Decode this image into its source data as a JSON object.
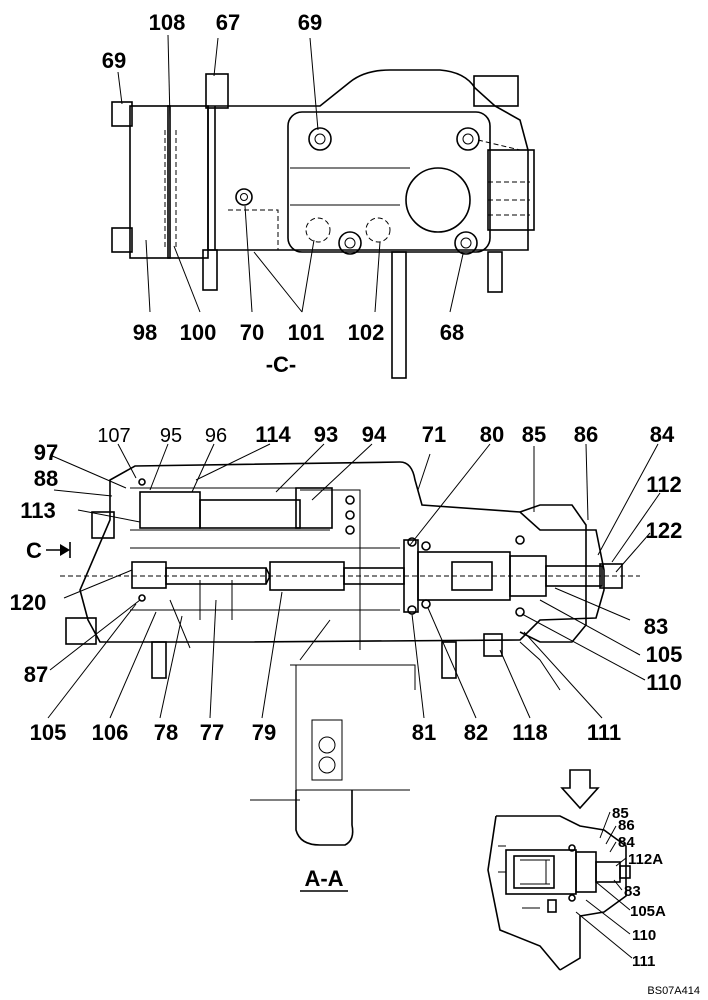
{
  "top_view": {
    "title": "-C-",
    "labels": {
      "l108": "108",
      "l67": "67",
      "l69a": "69",
      "l69b": "69",
      "l98": "98",
      "l100": "100",
      "l70": "70",
      "l101": "101",
      "l102": "102",
      "l68": "68"
    }
  },
  "section_view": {
    "title": "A-A",
    "arrow_label": "C",
    "labels": {
      "l107": "107",
      "l95": "95",
      "l96": "96",
      "l114": "114",
      "l93": "93",
      "l94": "94",
      "l71": "71",
      "l80": "80",
      "l85": "85",
      "l86": "86",
      "l84": "84",
      "l97": "97",
      "l88": "88",
      "l113": "113",
      "l112": "112",
      "l122": "122",
      "l120": "120",
      "l83": "83",
      "l105r": "105",
      "l110": "110",
      "l87": "87",
      "l105": "105",
      "l106": "106",
      "l78": "78",
      "l77": "77",
      "l79": "79",
      "l81": "81",
      "l82": "82",
      "l118": "118",
      "l111": "111"
    }
  },
  "detail_view": {
    "labels": {
      "d85": "85",
      "d86": "86",
      "d84": "84",
      "d112a": "112A",
      "d83": "83",
      "d105a": "105A",
      "d110": "110",
      "d111": "111"
    }
  },
  "reference_code": "BS07A414"
}
